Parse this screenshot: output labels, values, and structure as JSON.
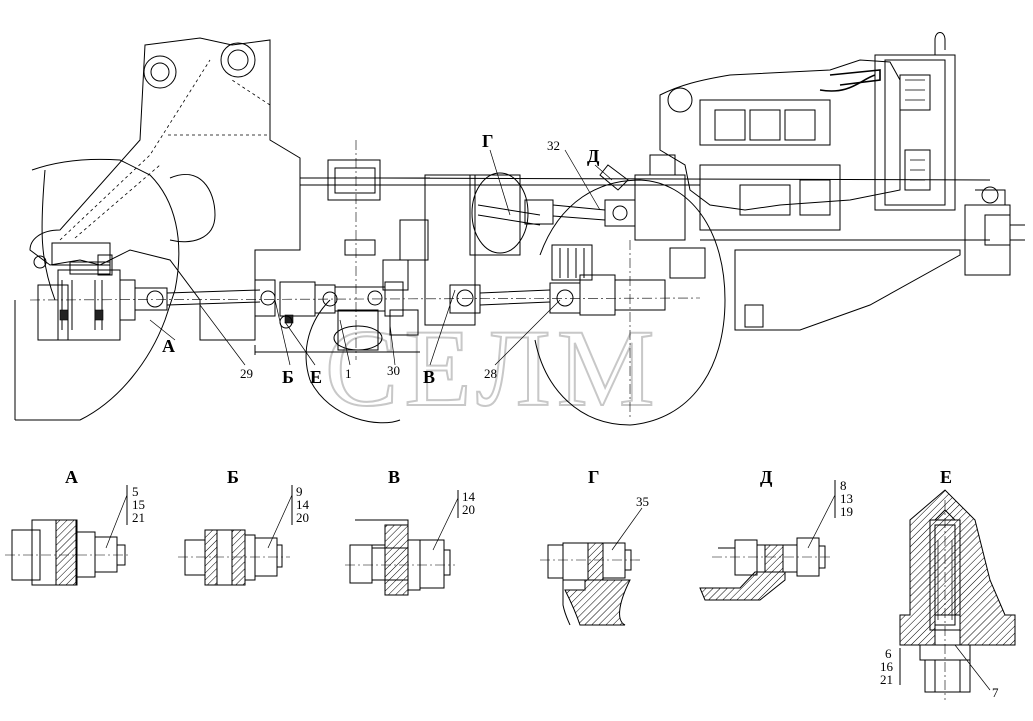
{
  "watermark": "СЕЛМ",
  "main_view": {
    "callouts": {
      "A": "А",
      "B": "Б",
      "E": "Е",
      "V": "В",
      "G": "Г",
      "D": "Д",
      "n29": "29",
      "n1": "1",
      "n30": "30",
      "n28": "28",
      "n32": "32"
    }
  },
  "details": [
    {
      "letter": "А",
      "numbers": [
        "5",
        "15",
        "21"
      ]
    },
    {
      "letter": "Б",
      "numbers": [
        "9",
        "14",
        "20"
      ]
    },
    {
      "letter": "В",
      "numbers": [
        "14",
        "20"
      ]
    },
    {
      "letter": "Г",
      "numbers": [
        "35"
      ]
    },
    {
      "letter": "Д",
      "numbers": [
        "8",
        "13",
        "19"
      ]
    },
    {
      "letter": "Е",
      "numbers": [
        "6",
        "16",
        "21"
      ],
      "extra": "7"
    }
  ]
}
